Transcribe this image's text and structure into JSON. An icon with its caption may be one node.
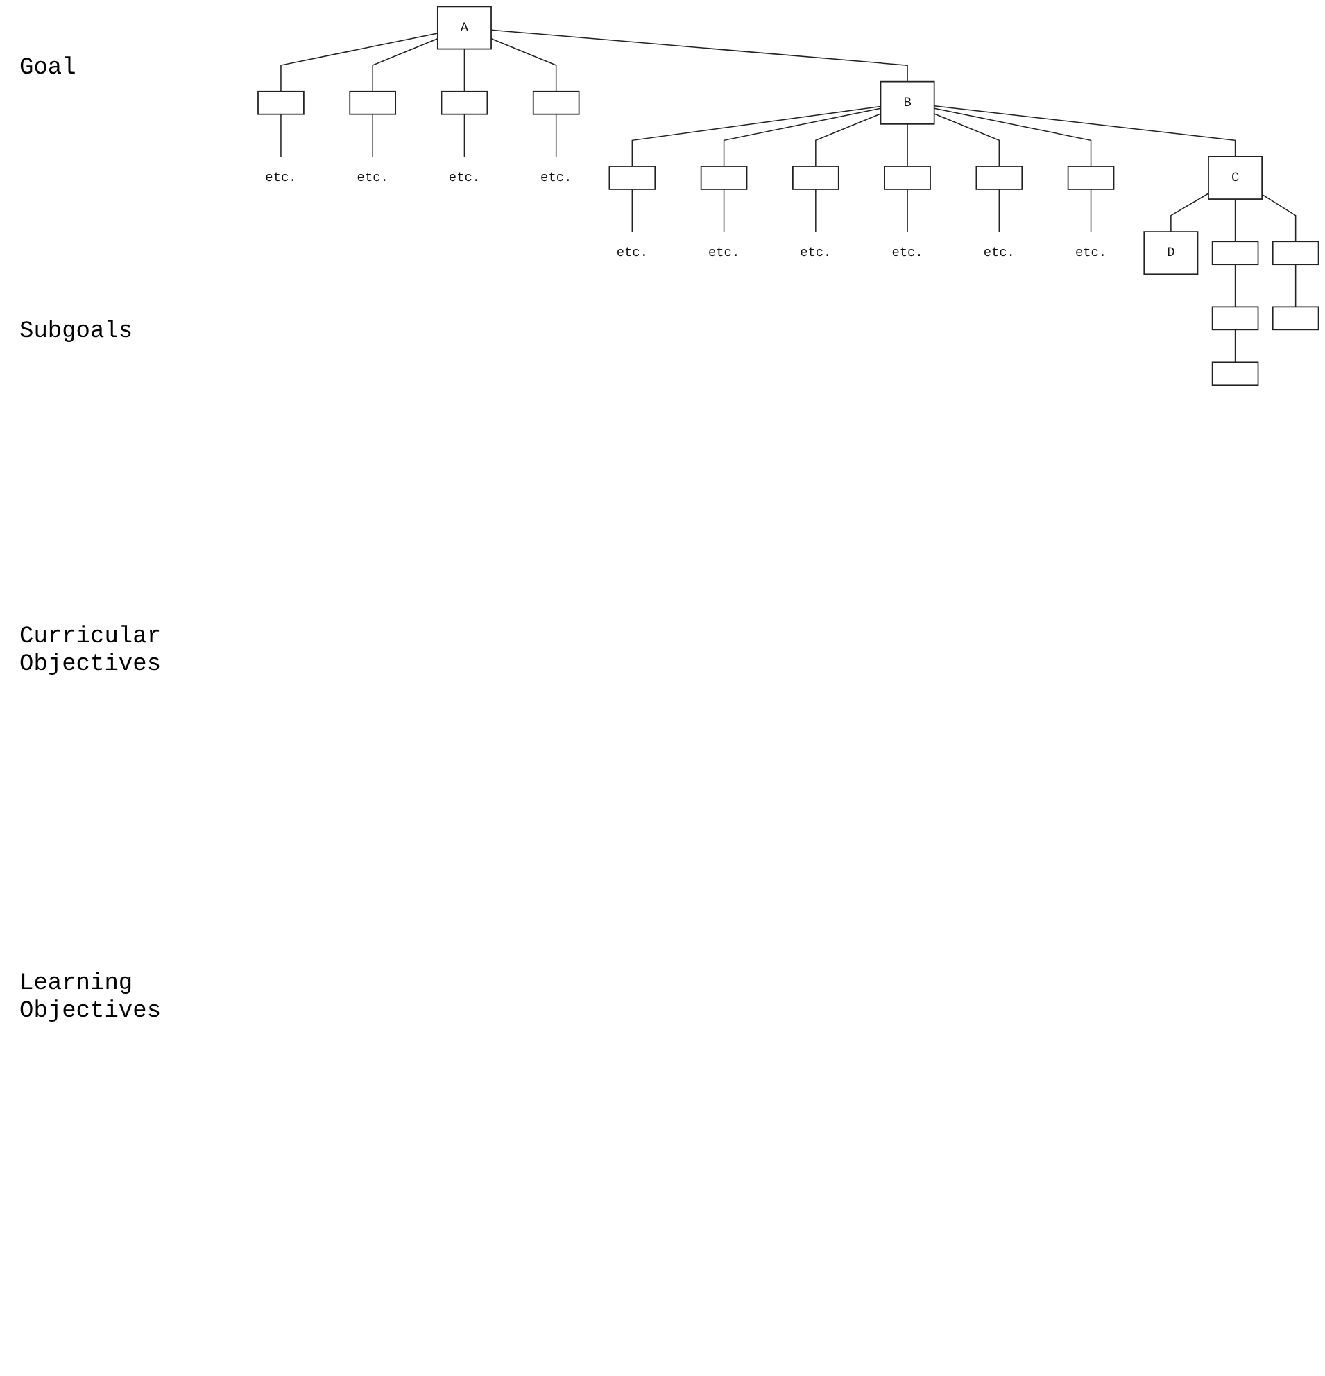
{
  "diagram": {
    "nodes": [
      {
        "text": [
          "A"
        ]
      },
      {
        "text": [],
        "shape": "box"
      },
      {
        "text": [],
        "shape": "box"
      },
      {
        "text": [
          "B"
        ]
      },
      {
        "text": [],
        "shape": "box"
      },
      {
        "text": [],
        "shape": "box"
      },
      {
        "text": [
          "etc."
        ]
      },
      {
        "text": [
          "etc."
        ]
      },
      {
        "text": [
          "etc."
        ]
      },
      {
        "text": [
          "etc."
        ]
      },
      {
        "text": [],
        "shape": "box"
      },
      {
        "text": [],
        "shape": "box"
      },
      {
        "text": [],
        "shape": "box"
      },
      {
        "text": [
          "C"
        ]
      },
      {
        "text": [],
        "shape": "box"
      },
      {
        "text": [],
        "shape": "box"
      },
      {
        "text": [],
        "shape": "box"
      },
      {
        "text": [
          "etc."
        ]
      },
      {
        "text": [
          "etc."
        ]
      },
      {
        "text": [
          "etc."
        ]
      },
      {
        "text": [
          "etc."
        ]
      },
      {
        "text": [
          "etc."
        ]
      },
      {
        "text": [
          "etc."
        ]
      },
      {
        "text": [
          "D"
        ]
      },
      {
        "text": [],
        "shape": "box"
      },
      {
        "text": [],
        "shape": "box"
      },
      {
        "text": [],
        "shape": "box"
      },
      {
        "text": [],
        "shape": "box"
      },
      {
        "text": [],
        "shape": "box"
      }
    ],
    "edges": [
      {
        "from": 0,
        "to": 1,
        "arrow": "none"
      },
      {
        "from": 0,
        "to": 2,
        "arrow": "none"
      },
      {
        "from": 0,
        "to": 3,
        "arrow": "none"
      },
      {
        "from": 0,
        "to": 4,
        "arrow": "none"
      },
      {
        "from": 0,
        "to": 5,
        "arrow": "none"
      },
      {
        "from": 1,
        "to": 6,
        "arrow": "none"
      },
      {
        "from": 2,
        "to": 7,
        "arrow": "none"
      },
      {
        "from": 4,
        "to": 8,
        "arrow": "none"
      },
      {
        "from": 5,
        "to": 9,
        "arrow": "none"
      },
      {
        "from": 3,
        "to": 10,
        "arrow": "none"
      },
      {
        "from": 3,
        "to": 11,
        "arrow": "none"
      },
      {
        "from": 3,
        "to": 12,
        "arrow": "none"
      },
      {
        "from": 3,
        "to": 13,
        "arrow": "none"
      },
      {
        "from": 3,
        "to": 14,
        "arrow": "none"
      },
      {
        "from": 3,
        "to": 15,
        "arrow": "none"
      },
      {
        "from": 3,
        "to": 16,
        "arrow": "none"
      },
      {
        "from": 10,
        "to": 17,
        "arrow": "none"
      },
      {
        "from": 11,
        "to": 18,
        "arrow": "none"
      },
      {
        "from": 12,
        "to": 19,
        "arrow": "none"
      },
      {
        "from": 14,
        "to": 20,
        "arrow": "none"
      },
      {
        "from": 15,
        "to": 21,
        "arrow": "none"
      },
      {
        "from": 16,
        "to": 22,
        "arrow": "none"
      },
      {
        "from": 13,
        "to": 23,
        "arrow": "none"
      },
      {
        "from": 13,
        "to": 24,
        "arrow": "none"
      },
      {
        "from": 13,
        "to": 25,
        "arrow": "none"
      },
      {
        "from": 24,
        "to": 26,
        "arrow": "none"
      },
      {
        "from": 25,
        "to": 27,
        "arrow": "none"
      },
      {
        "from": 26,
        "to": 28,
        "arrow": "none"
      }
    ],
    "labels": [
      "Goal",
      "Subgoals",
      "Curricular Objectives",
      "Learning Objectives"
    ]
  }
}
